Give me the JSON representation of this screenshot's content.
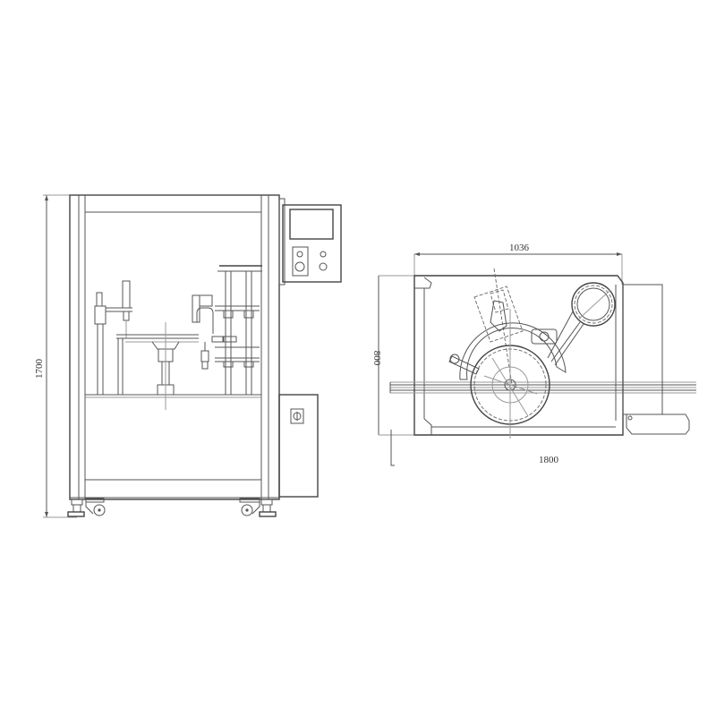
{
  "drawing": {
    "type": "mechanical-engineering-drawing",
    "views": [
      "front-elevation",
      "top-plan"
    ],
    "line_color": "#555555",
    "background": "#ffffff"
  },
  "front_view": {
    "dimensions": {
      "height": "1700"
    },
    "control_panel": {
      "screen": "touch-screen",
      "buttons": [
        "button-1",
        "button-2",
        "emergency-stop",
        "knob"
      ]
    },
    "side_cabinet": {
      "switch": "main-power-switch"
    }
  },
  "top_view": {
    "dimensions": {
      "inner_width": "1036",
      "depth": "800",
      "overall_length": "1800"
    }
  }
}
